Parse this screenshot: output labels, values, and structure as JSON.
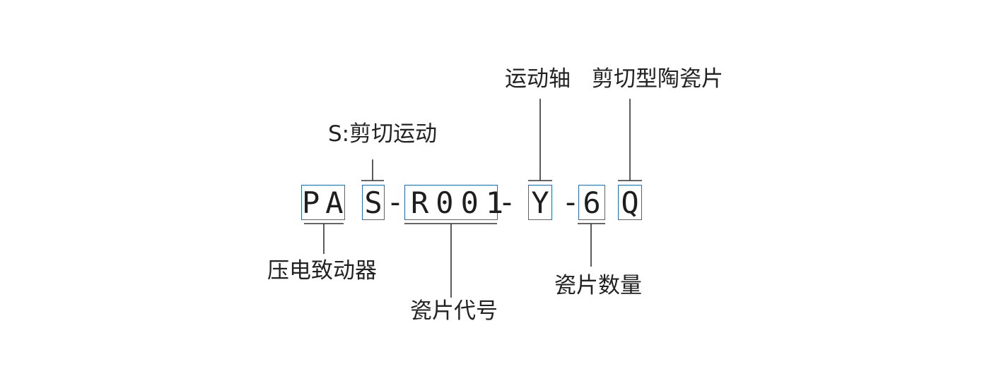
{
  "code": {
    "part_pa": "PA",
    "part_s": "S",
    "dash_1": "-",
    "part_r001": "R001",
    "dash_2": "-",
    "part_y": "Y",
    "dash_3": "-",
    "part_6": "6",
    "part_q": "Q"
  },
  "labels": {
    "piezo_actuator": "压电致动器",
    "shear_motion": "S:剪切运动",
    "ceramic_code": "瓷片代号",
    "motion_axis": "运动轴",
    "shear_ceramic": "剪切型陶瓷片",
    "ceramic_count": "瓷片数量"
  },
  "colors": {
    "box_border": "#2b6cb8",
    "leader_line": "#333333",
    "text": "#222222"
  }
}
